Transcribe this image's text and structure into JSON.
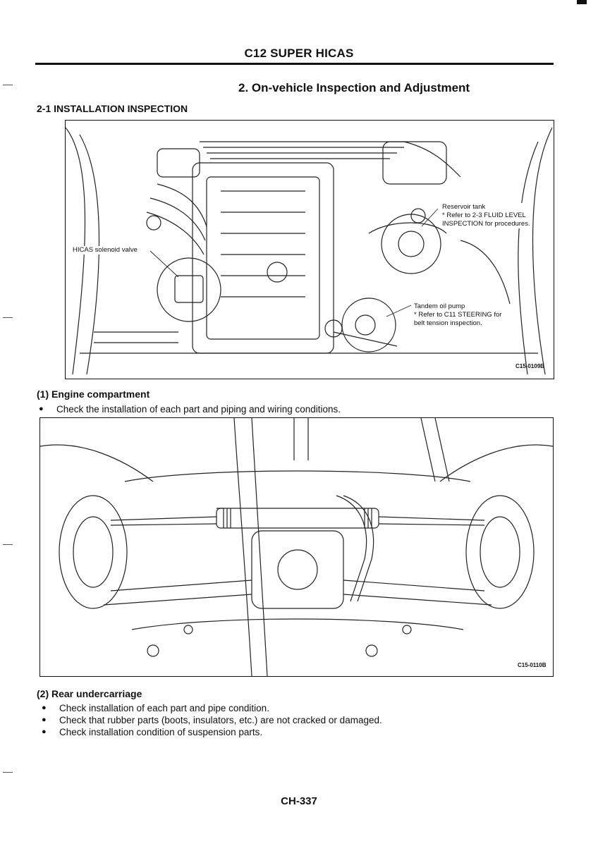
{
  "header": {
    "title": "C12 SUPER HICAS"
  },
  "section": {
    "title": "2. On-vehicle Inspection and Adjustment",
    "subsection": "2-1 INSTALLATION INSPECTION"
  },
  "figure1": {
    "code": "C15-0109B",
    "callouts": {
      "hicas_valve": "HICAS solenoid valve",
      "reservoir": [
        "Reservoir tank",
        "* Refer to 2-3 FLUID LEVEL",
        "INSPECTION for procedures."
      ],
      "pump": [
        "Tandem oil pump",
        "* Refer to C11 STEERING for",
        "belt tension inspection."
      ]
    }
  },
  "caption1": {
    "title": "(1) Engine compartment",
    "bullets": [
      "Check the installation of each part and piping and wiring conditions."
    ]
  },
  "figure2": {
    "code": "C15-0110B"
  },
  "caption2": {
    "title": "(2) Rear undercarriage",
    "bullets": [
      "Check installation of each part and pipe condition.",
      "Check that rubber parts (boots, insulators, etc.) are not cracked or damaged.",
      "Check installation condition of suspension parts."
    ]
  },
  "footer": {
    "page_number": "CH-337"
  }
}
